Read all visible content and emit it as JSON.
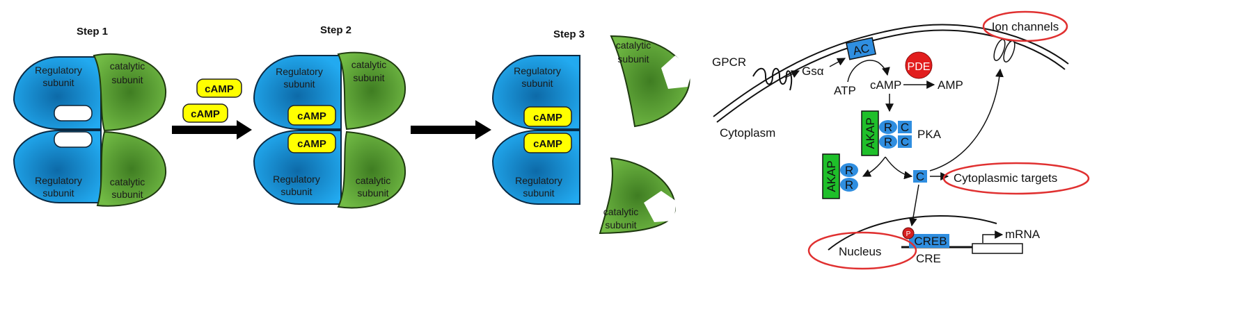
{
  "steps": {
    "s1": "Step 1",
    "s2": "Step 2",
    "s3": "Step 3"
  },
  "subunits": {
    "reg_line1": "Regulatory",
    "reg_line2": "subunit",
    "cat_line1": "catalytic",
    "cat_line2": "subunit"
  },
  "camp_label": "cAMP",
  "colors": {
    "regulatory_blue": "#1ba0e0",
    "catalytic_green": "#62ad3a",
    "camp_yellow": "#ffff00",
    "pde_red": "#e21d1d",
    "akap_green": "#1fbf2a",
    "protein_blue": "#2f8ee0",
    "highlight_red": "#e03030"
  },
  "pathway": {
    "gpcr": "GPCR",
    "gs_alpha": "Gsα",
    "ac": "AC",
    "atp": "ATP",
    "camp": "cAMP",
    "amp": "AMP",
    "pde": "PDE",
    "cytoplasm": "Cytoplasm",
    "akap": "AKAP",
    "r": "R",
    "c": "C",
    "pka": "PKA",
    "ion_channels": "Ion channels",
    "cytoplasmic_targets": "Cytoplasmic targets",
    "nucleus": "Nucleus",
    "p": "P",
    "creb": "CREB",
    "cre": "CRE",
    "mrna": "mRNA"
  }
}
